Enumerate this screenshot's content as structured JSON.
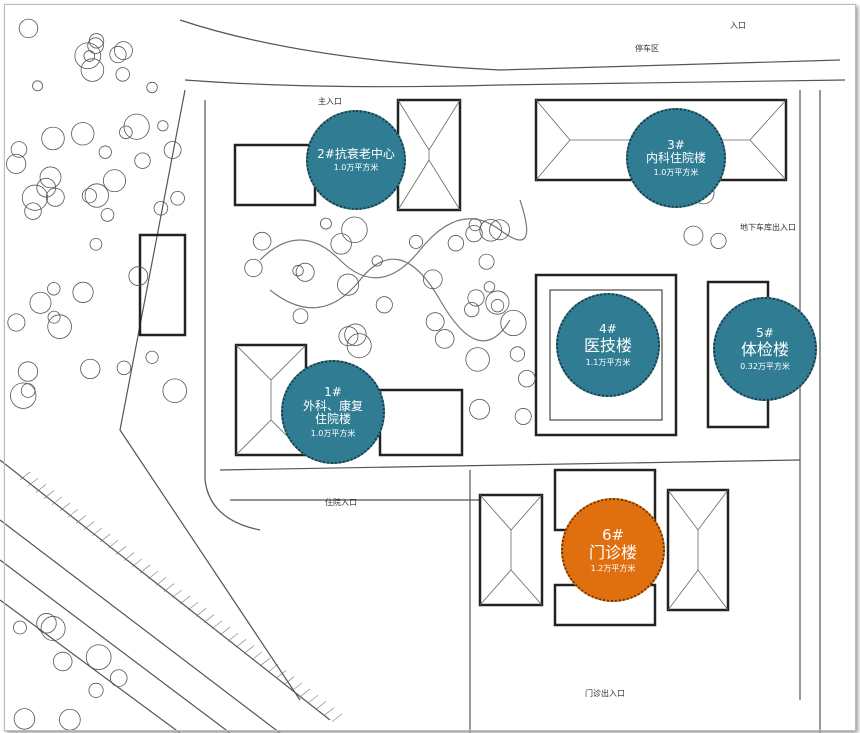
{
  "buildings": [
    {
      "num": "2#",
      "name": "抗衰老中心",
      "area": "1.0万平方米",
      "color": "#2f7c93"
    },
    {
      "num": "3#",
      "name": "内科住院楼",
      "area": "1.0万平方米",
      "color": "#2f7c93"
    },
    {
      "num": "4#",
      "name": "医技楼",
      "area": "1.1万平方米",
      "color": "#2f7c93"
    },
    {
      "num": "5#",
      "name": "体检楼",
      "area": "0.32万平方米",
      "color": "#2f7c93"
    },
    {
      "num": "1#",
      "name": "外科、康复住院楼",
      "area": "1.0万平方米",
      "color": "#2f7c93"
    },
    {
      "num": "6#",
      "name": "门诊楼",
      "area": "1.2万平方米",
      "color": "#e0700f"
    }
  ],
  "labels": {
    "entrance_top": "入口",
    "parking": "停车区",
    "main_entrance": "主入口",
    "inpatient_entrance": "住院入口",
    "outpatient_entrance": "门诊出入口",
    "underground_entrance": "地下车库出入口"
  }
}
